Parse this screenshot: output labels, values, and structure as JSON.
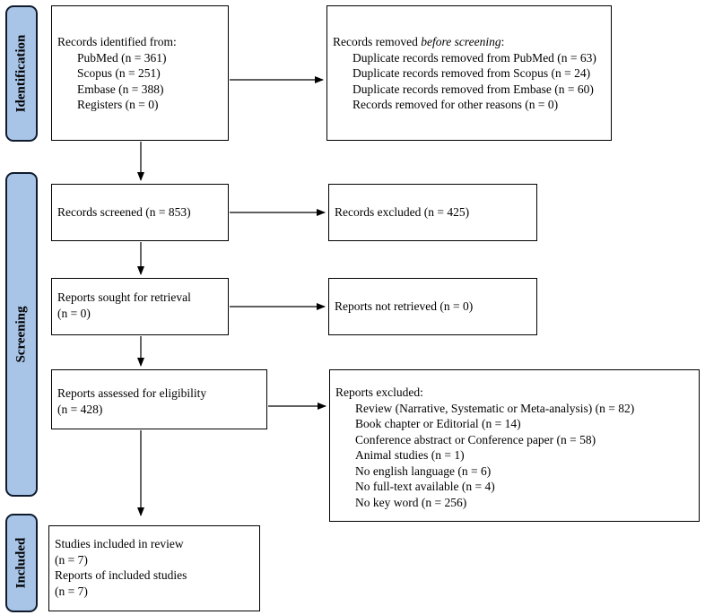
{
  "phases": {
    "identification": "Identification",
    "screening": "Screening",
    "included": "Included"
  },
  "identification": {
    "heading": "Records identified from:",
    "sources": [
      "PubMed (n = 361)",
      "Scopus (n = 251)",
      "Embase (n = 388)",
      "Registers (n = 0)"
    ]
  },
  "removed": {
    "heading_prefix": "Records removed ",
    "heading_emph": "before screening",
    "heading_suffix": ":",
    "items": [
      "Duplicate records removed from PubMed (n = 63)",
      "Duplicate records removed from Scopus (n = 24)",
      "Duplicate records removed from Embase (n = 60)",
      "Records removed for other reasons (n = 0)"
    ]
  },
  "screened": {
    "text": "Records screened (n = 853)"
  },
  "excluded_records": {
    "text": "Records excluded (n = 425)"
  },
  "sought": {
    "line1": "Reports sought for retrieval",
    "line2": "(n = 0)"
  },
  "not_retrieved": {
    "text": "Reports not retrieved (n = 0)"
  },
  "assessed": {
    "line1": "Reports assessed for eligibility",
    "line2": "(n = 428)"
  },
  "reports_excluded": {
    "heading": "Reports excluded:",
    "items": [
      "Review (Narrative, Systematic or Meta-analysis) (n = 82)",
      "Book chapter or Editorial (n = 14)",
      "Conference abstract or Conference paper (n = 58)",
      "Animal studies (n = 1)",
      "No english language (n = 6)",
      "No full-text available (n = 4)",
      "No key word (n = 256)"
    ]
  },
  "included": {
    "line1": "Studies included in review",
    "line2": "(n = 7)",
    "line3": "Reports of included studies",
    "line4": "(n = 7)"
  }
}
